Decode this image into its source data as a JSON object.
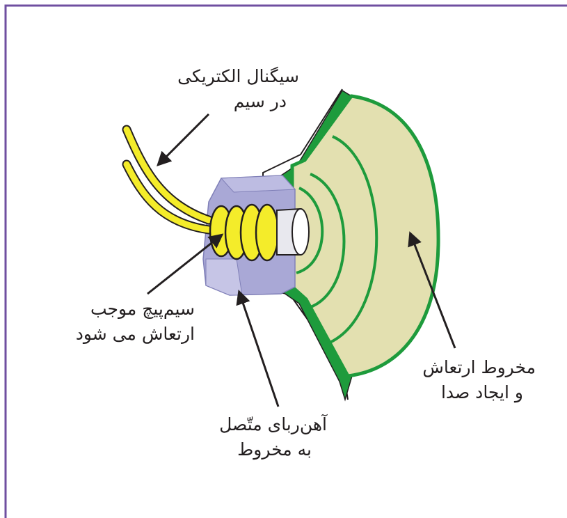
{
  "colors": {
    "frame": "#6f4fa0",
    "cone_fill": "#e3e0b0",
    "cone_green": "#1e9b3c",
    "magnet": "#a9a8d6",
    "coil": "#f4ec2a",
    "arrow": "#231f20"
  },
  "labels": {
    "signal": {
      "line1": "سیگنال الکتریکی",
      "line2": "در سیم"
    },
    "coil": {
      "line1": "سیم‌پیچ موجب",
      "line2": "ارتعاش می شود"
    },
    "magnet": {
      "line1": "آهن‌ربای متّصل",
      "line2": "به مخروط"
    },
    "cone": {
      "line1": "مخروط ارتعاش",
      "line2": "و ایجاد صدا"
    }
  }
}
